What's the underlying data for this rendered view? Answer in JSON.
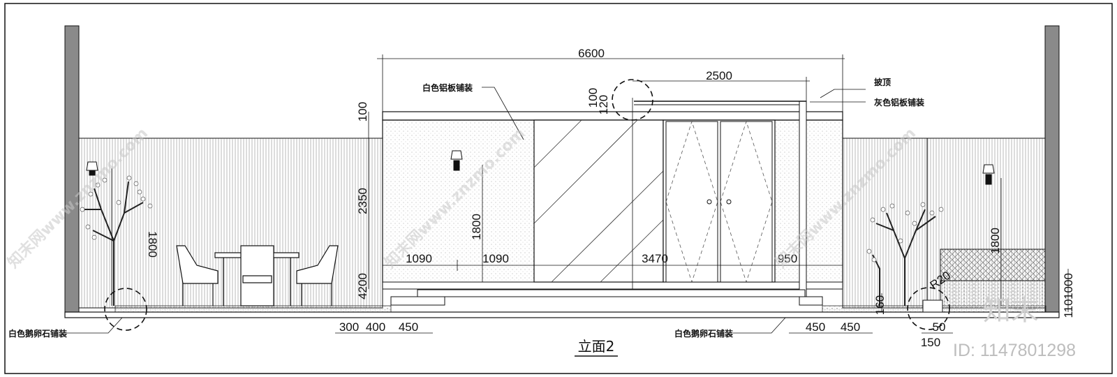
{
  "drawing": {
    "title": "立面2",
    "drawing_id": "ID: 1147801298",
    "logo_text": "知末",
    "watermark_text": "知末网www.znzmo.com"
  },
  "dimensions": {
    "overall_width": "6600",
    "door_width": "2500",
    "top_100a": "100",
    "top_120": "120",
    "top_100b": "100",
    "wall_height": "2350",
    "inner_1800": "1800",
    "left_1800": "1800",
    "right_1800": "1800",
    "seg_1090a": "1090",
    "seg_1090b": "1090",
    "seg_3470": "3470",
    "seg_950": "950",
    "base_4200": "4200",
    "step_300": "300",
    "step_400": "400",
    "step_450a": "450",
    "step_450b": "450",
    "step_450c": "450",
    "right_160": "160",
    "right_r20": "R20",
    "right_50": "50",
    "right_150": "150",
    "right_1000": "1000",
    "right_110": "110"
  },
  "annotations": {
    "white_aluminum": "白色铝板铺装",
    "cap": "披顶",
    "gray_aluminum": "灰色铝板铺装",
    "pebble_left": "白色鹅卵石铺装",
    "pebble_right": "白色鹅卵石铺装"
  },
  "colors": {
    "line": "#111111",
    "wall_fill": "#8a8a8a",
    "hatch": "#9a9a9a",
    "watermark": "#c8c8c8"
  }
}
